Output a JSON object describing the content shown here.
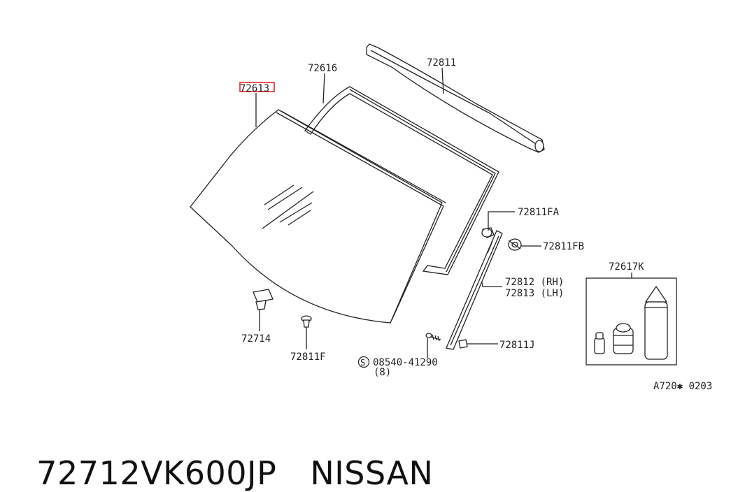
{
  "diagram": {
    "labels": {
      "windshield": "72613",
      "moulding": "72616",
      "top_seal": "72811",
      "clip_fa": "72811FA",
      "clip_fb": "72811FB",
      "side_rh": "72812 (RH)",
      "side_lh": "72813 (LH)",
      "kit": "72617K",
      "bracket": "72714",
      "fastener_f": "72811F",
      "clip_j": "72811J",
      "screw": "08540-41290",
      "screw_qty": "(8)",
      "screw_symbol": "S",
      "ref_code": "A720✱ 0203"
    },
    "highlight_color": "#e8232a"
  },
  "footer": {
    "part_number": "72712VK600JP",
    "brand": "NISSAN"
  }
}
